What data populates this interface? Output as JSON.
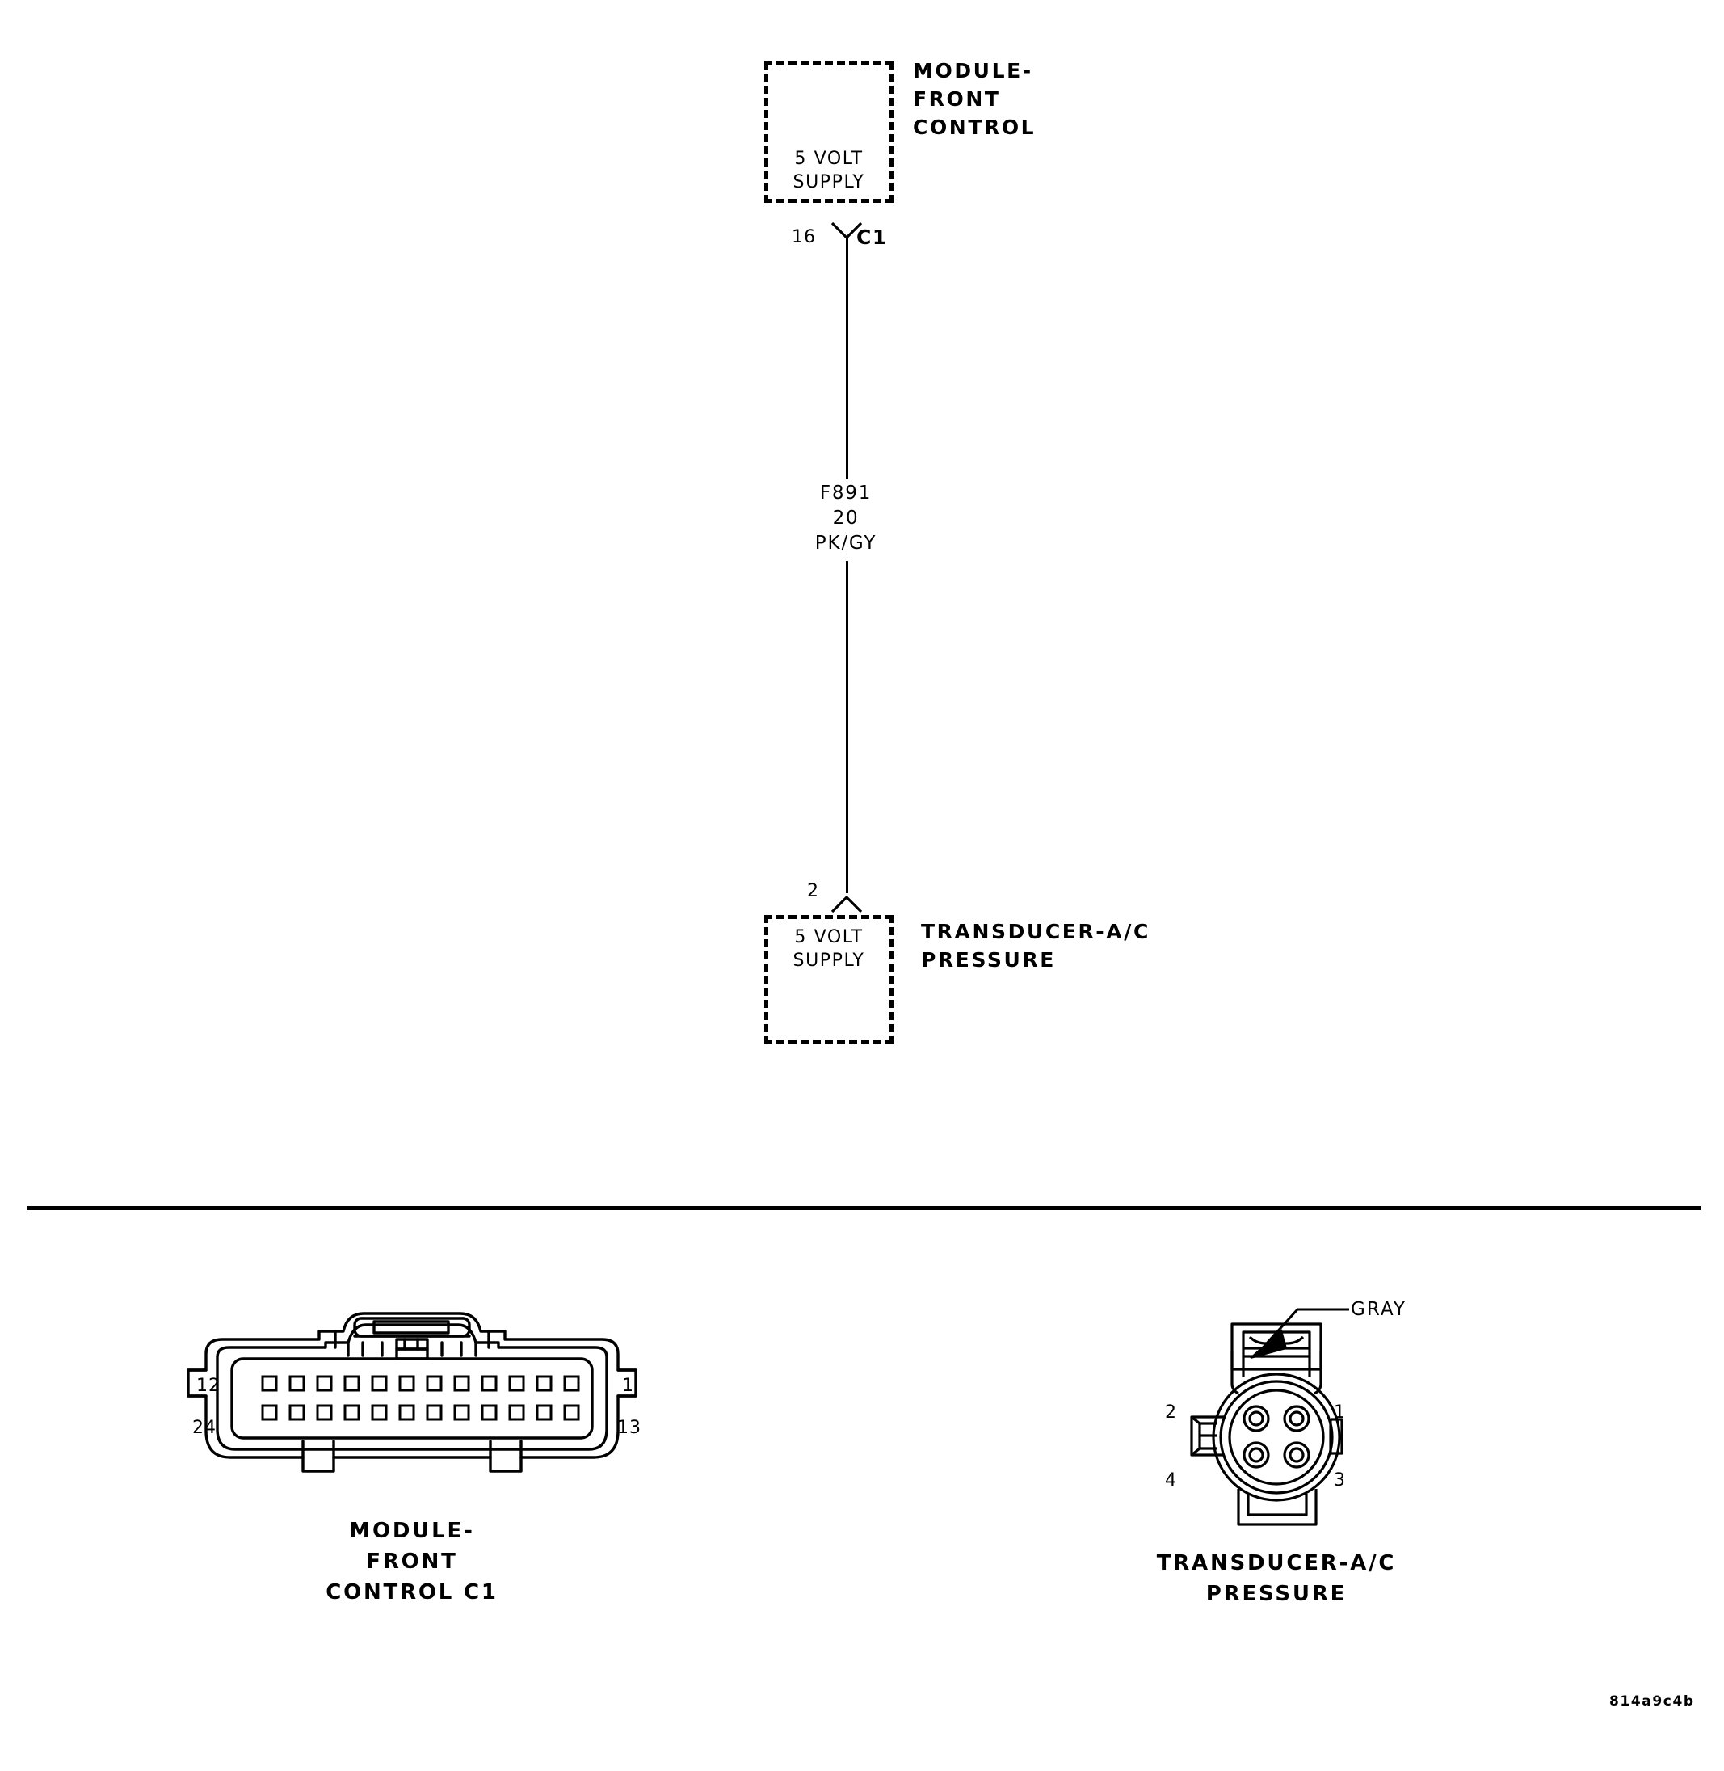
{
  "document": {
    "type": "automotive-wiring-diagram",
    "reference_code": "814a9c4b"
  },
  "schematic": {
    "top_component": {
      "name": "MODULE-\nFRONT\nCONTROL",
      "inner_label": "5 VOLT\nSUPPLY",
      "pin_number": "16",
      "connector_id": "C1",
      "terminal_symbol": "female-y-terminal"
    },
    "wire": {
      "circuit_id": "F891",
      "gauge": "20",
      "color_code": "PK/GY"
    },
    "bottom_component": {
      "name": "TRANSDUCER-A/C\nPRESSURE",
      "inner_label": "5 VOLT\nSUPPLY",
      "pin_number": "2",
      "terminal_symbol": "male-y-terminal"
    }
  },
  "connector_views": {
    "module_front_control": {
      "caption": "MODULE-\nFRONT\nCONTROL C1",
      "pin_label_top_left": "12",
      "pin_label_bottom_left": "24",
      "pin_label_top_right": "1",
      "pin_label_bottom_right": "13",
      "rows": 2,
      "pins_per_row": 12,
      "total_pins": 24
    },
    "transducer_ac_pressure": {
      "caption": "TRANSDUCER-A/C\nPRESSURE",
      "color_callout": "GRAY",
      "pin_label_top_left": "2",
      "pin_label_bottom_left": "4",
      "pin_label_top_right": "1",
      "pin_label_bottom_right": "3",
      "total_pins": 4
    }
  }
}
